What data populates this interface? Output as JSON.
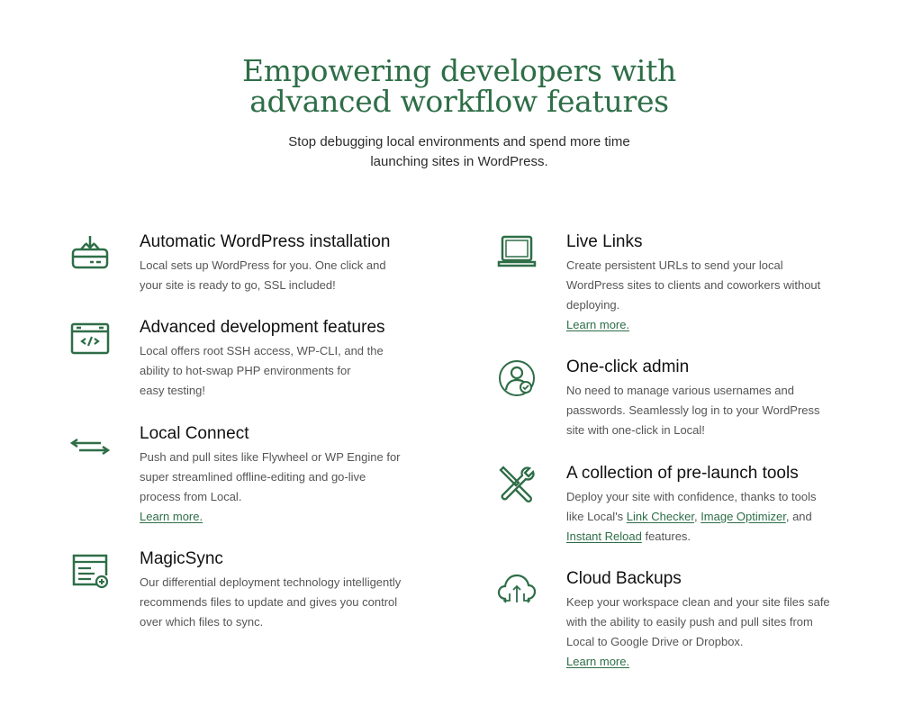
{
  "header": {
    "title_line1": "Empowering developers with",
    "title_line2": "advanced workflow features",
    "subtitle_line1": "Stop debugging local environments and spend more time",
    "subtitle_line2": "launching sites in WordPress."
  },
  "colors": {
    "accent": "#2e6e47",
    "heading": "#111111",
    "body": "#555555"
  },
  "features": [
    {
      "id": "automatic-wordpress-installation",
      "icon": "drive-download-icon",
      "title": "Automatic WordPress installation",
      "lines": [
        [
          {
            "t": "Local sets up WordPress for you. One click and"
          }
        ],
        [
          {
            "t": "your site is ready to go, SSL included!"
          }
        ]
      ]
    },
    {
      "id": "advanced-development-features",
      "icon": "code-window-icon",
      "title": "Advanced development features",
      "lines": [
        [
          {
            "t": "Local offers root SSH access, WP-CLI, and the"
          }
        ],
        [
          {
            "t": "ability to hot-swap PHP environments for"
          }
        ],
        [
          {
            "t": "easy testing!"
          }
        ]
      ]
    },
    {
      "id": "local-connect",
      "icon": "sync-arrows-icon",
      "title": "Local Connect",
      "lines": [
        [
          {
            "t": "Push and pull sites like Flywheel or WP Engine for"
          }
        ],
        [
          {
            "t": "super streamlined offline-editing and go-live"
          }
        ],
        [
          {
            "t": "process from Local."
          }
        ],
        [
          {
            "t": "Learn more.",
            "link": true
          }
        ]
      ]
    },
    {
      "id": "magicsync",
      "icon": "file-add-icon",
      "title": "MagicSync",
      "lines": [
        [
          {
            "t": "Our differential deployment technology intelligently"
          }
        ],
        [
          {
            "t": "recommends files to update and gives you control"
          }
        ],
        [
          {
            "t": "over which files to sync."
          }
        ]
      ]
    },
    {
      "id": "live-links",
      "icon": "laptop-icon",
      "title": "Live Links",
      "lines": [
        [
          {
            "t": "Create persistent URLs to send your local"
          }
        ],
        [
          {
            "t": "WordPress sites to clients and coworkers without"
          }
        ],
        [
          {
            "t": "deploying."
          }
        ],
        [
          {
            "t": "Learn more.",
            "link": true
          }
        ]
      ]
    },
    {
      "id": "one-click-admin",
      "icon": "user-check-icon",
      "title": "One-click admin",
      "lines": [
        [
          {
            "t": "No need to manage various usernames and"
          }
        ],
        [
          {
            "t": "passwords. Seamlessly log in to your WordPress"
          }
        ],
        [
          {
            "t": "site with one-click in Local!"
          }
        ]
      ]
    },
    {
      "id": "pre-launch-tools",
      "icon": "tools-icon",
      "title": "A collection of pre-launch tools",
      "lines": [
        [
          {
            "t": "Deploy your site with confidence, thanks to tools"
          }
        ],
        [
          {
            "t": "like Local's "
          },
          {
            "t": "Link Checker",
            "link": true
          },
          {
            "t": ", "
          },
          {
            "t": "Image Optimizer",
            "link": true
          },
          {
            "t": ", and"
          }
        ],
        [
          {
            "t": "Instant Reload",
            "link": true
          },
          {
            "t": " features."
          }
        ]
      ]
    },
    {
      "id": "cloud-backups",
      "icon": "cloud-sync-icon",
      "title": "Cloud Backups",
      "lines": [
        [
          {
            "t": "Keep your workspace clean and your site files safe"
          }
        ],
        [
          {
            "t": "with the ability to easily push and pull sites from"
          }
        ],
        [
          {
            "t": "Local to Google Drive or Dropbox."
          }
        ],
        [
          {
            "t": "Learn more.",
            "link": true
          }
        ]
      ]
    }
  ]
}
